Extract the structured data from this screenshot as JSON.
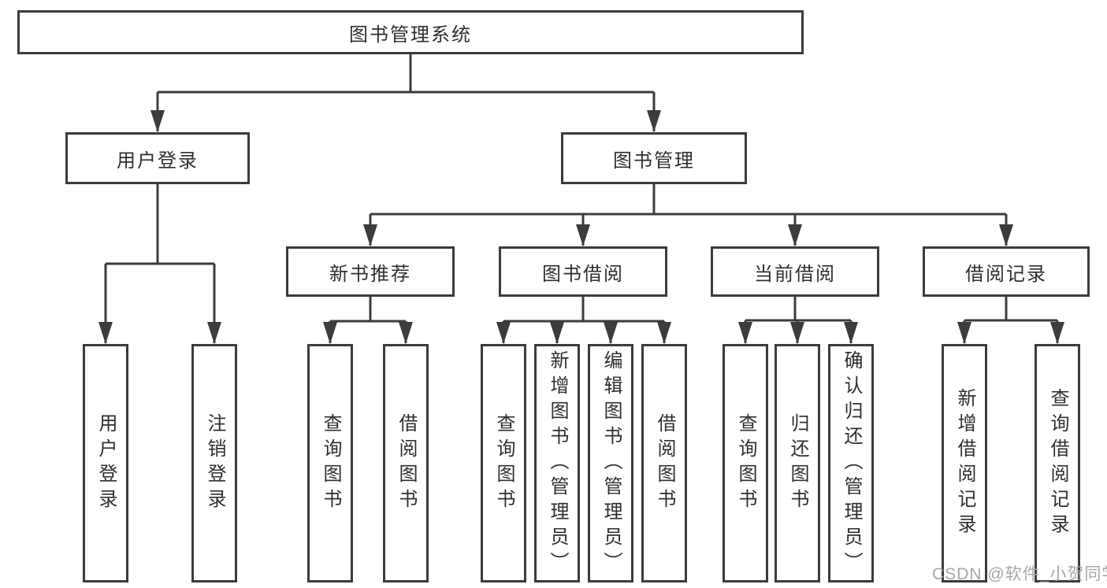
{
  "diagram": {
    "root": {
      "label": "图书管理系统"
    },
    "branches": [
      {
        "label": "用户登录",
        "children": [
          {
            "label": "用户登录"
          },
          {
            "label": "注销登录"
          }
        ]
      },
      {
        "label": "图书管理",
        "children": [
          {
            "label": "新书推荐",
            "children": [
              {
                "label": "查询图书"
              },
              {
                "label": "借阅图书"
              }
            ]
          },
          {
            "label": "图书借阅",
            "children": [
              {
                "label": "查询图书"
              },
              {
                "label": "新增图书（管理员）"
              },
              {
                "label": "编辑图书（管理员）"
              },
              {
                "label": "借阅图书"
              }
            ]
          },
          {
            "label": "当前借阅",
            "children": [
              {
                "label": "查询图书"
              },
              {
                "label": "归还图书"
              },
              {
                "label": "确认归还（管理员）"
              }
            ]
          },
          {
            "label": "借阅记录",
            "children": [
              {
                "label": "新增借阅记录"
              },
              {
                "label": "查询借阅记录"
              }
            ]
          }
        ]
      }
    ]
  },
  "watermark": "CSDN @软件_小贺同学",
  "colors": {
    "line": "#3c3c3c",
    "text": "#2f2f2f",
    "watermark": "#a8a8a8",
    "background": "#ffffff"
  }
}
